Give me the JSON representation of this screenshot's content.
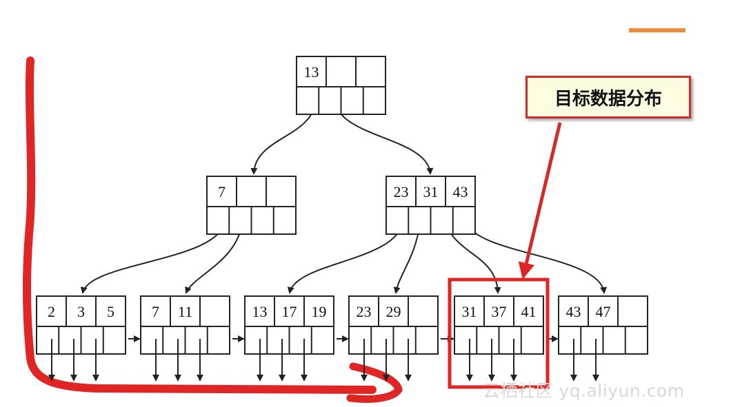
{
  "callout": {
    "label": "目标数据分布"
  },
  "watermark": {
    "text": "云栖社区 yq.aliyun.com"
  },
  "colors": {
    "highlight": "#e02525",
    "accent": "#f08a3a",
    "node_stroke": "#222222"
  },
  "tree": {
    "root": {
      "keys": [
        "13",
        "",
        ""
      ]
    },
    "internal": [
      {
        "keys": [
          "7",
          "",
          ""
        ]
      },
      {
        "keys": [
          "23",
          "31",
          "43"
        ]
      }
    ],
    "leaves": [
      {
        "keys": [
          "2",
          "3",
          "5"
        ]
      },
      {
        "keys": [
          "7",
          "11",
          ""
        ]
      },
      {
        "keys": [
          "13",
          "17",
          "19"
        ]
      },
      {
        "keys": [
          "23",
          "29",
          ""
        ]
      },
      {
        "keys": [
          "31",
          "37",
          "41"
        ],
        "highlighted": true
      },
      {
        "keys": [
          "43",
          "47",
          ""
        ]
      }
    ]
  }
}
